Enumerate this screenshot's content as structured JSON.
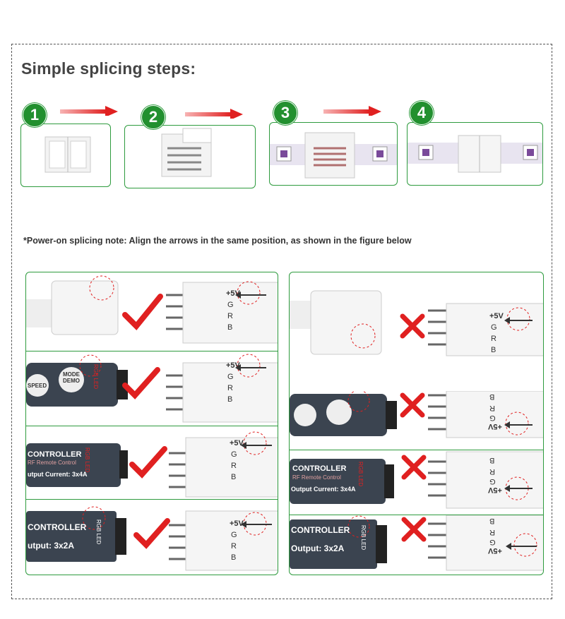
{
  "title": "Simple splicing steps:",
  "steps": [
    {
      "number": "1"
    },
    {
      "number": "2"
    },
    {
      "number": "3"
    },
    {
      "number": "4"
    }
  ],
  "note": "*Power-on splicing note: Align the arrows in the same position, as shown in the figure below",
  "strip_pin_labels": {
    "v5": "+5V",
    "g": "G",
    "r": "R",
    "b": "B"
  },
  "controller_labels": {
    "rgb_led": "RGB LED",
    "speed": "SPEED",
    "mode_demo": "MODE DEMO",
    "controller": "CONTROLLER",
    "rf_remote": "RF Remote Control",
    "output_4a": "Output Current: 3x4A",
    "output_4a_cut": "utput Current: 3x4A",
    "output_2a": "utput: 3x2A",
    "output_2a_full": "Output: 3x2A"
  },
  "colors": {
    "green": "#2e9b3e",
    "check": "#e02020",
    "cross": "#e02020"
  }
}
